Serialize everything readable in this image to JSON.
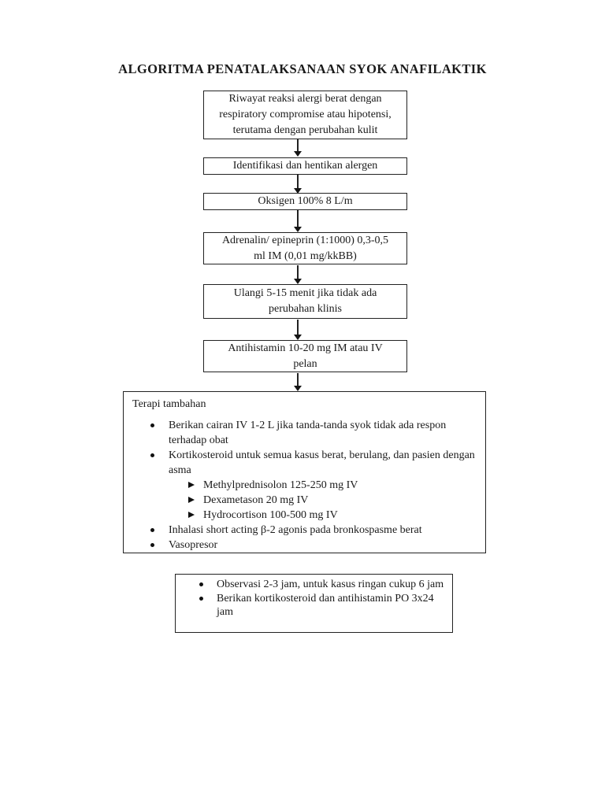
{
  "title": "ALGORITMA PENATALAKSANAAN SYOK ANAFILAKTIK",
  "colors": {
    "background": "#ffffff",
    "ink": "#1a1a1a",
    "box_border": "#222222"
  },
  "flow_boxes": [
    {
      "text": "Riwayat reaksi alergi berat dengan\nrespiratory compromise atau hipotensi,\nterutama dengan perubahan kulit"
    },
    {
      "text": "Identifikasi dan hentikan alergen"
    },
    {
      "text": "Oksigen 100% 8 L/m"
    },
    {
      "text": "Adrenalin/ epineprin (1:1000) 0,3-0,5\nml IM (0,01 mg/kkBB)"
    },
    {
      "text": "Ulangi 5-15 menit jika tidak ada\nperubahan klinis"
    },
    {
      "text": "Antihistamin 10-20 mg IM atau IV\npelan"
    }
  ],
  "terapi_tambahan": {
    "heading": "Terapi tambahan",
    "items": [
      {
        "marker": "bullet",
        "text": "Berikan cairan IV 1-2 L jika tanda-tanda syok tidak ada respon terhadap obat"
      },
      {
        "marker": "bullet",
        "text": "Kortikosteroid untuk semua kasus berat, berulang, dan pasien dengan asma"
      },
      {
        "marker": "arrowhead",
        "text": "Methylprednisolon 125-250 mg IV"
      },
      {
        "marker": "arrowhead",
        "text": "Dexametason 20 mg IV"
      },
      {
        "marker": "arrowhead",
        "text": "Hydrocortison 100-500 mg IV"
      },
      {
        "marker": "bullet",
        "text": "Inhalasi short acting β-2 agonis pada bronkospasme berat"
      },
      {
        "marker": "bullet",
        "text": "Vasopresor"
      }
    ]
  },
  "observasi": {
    "items": [
      {
        "marker": "bullet",
        "text": "Observasi 2-3 jam, untuk kasus ringan cukup 6 jam"
      },
      {
        "marker": "bullet",
        "text": "Berikan kortikosteroid dan antihistamin PO 3x24 jam"
      }
    ]
  }
}
